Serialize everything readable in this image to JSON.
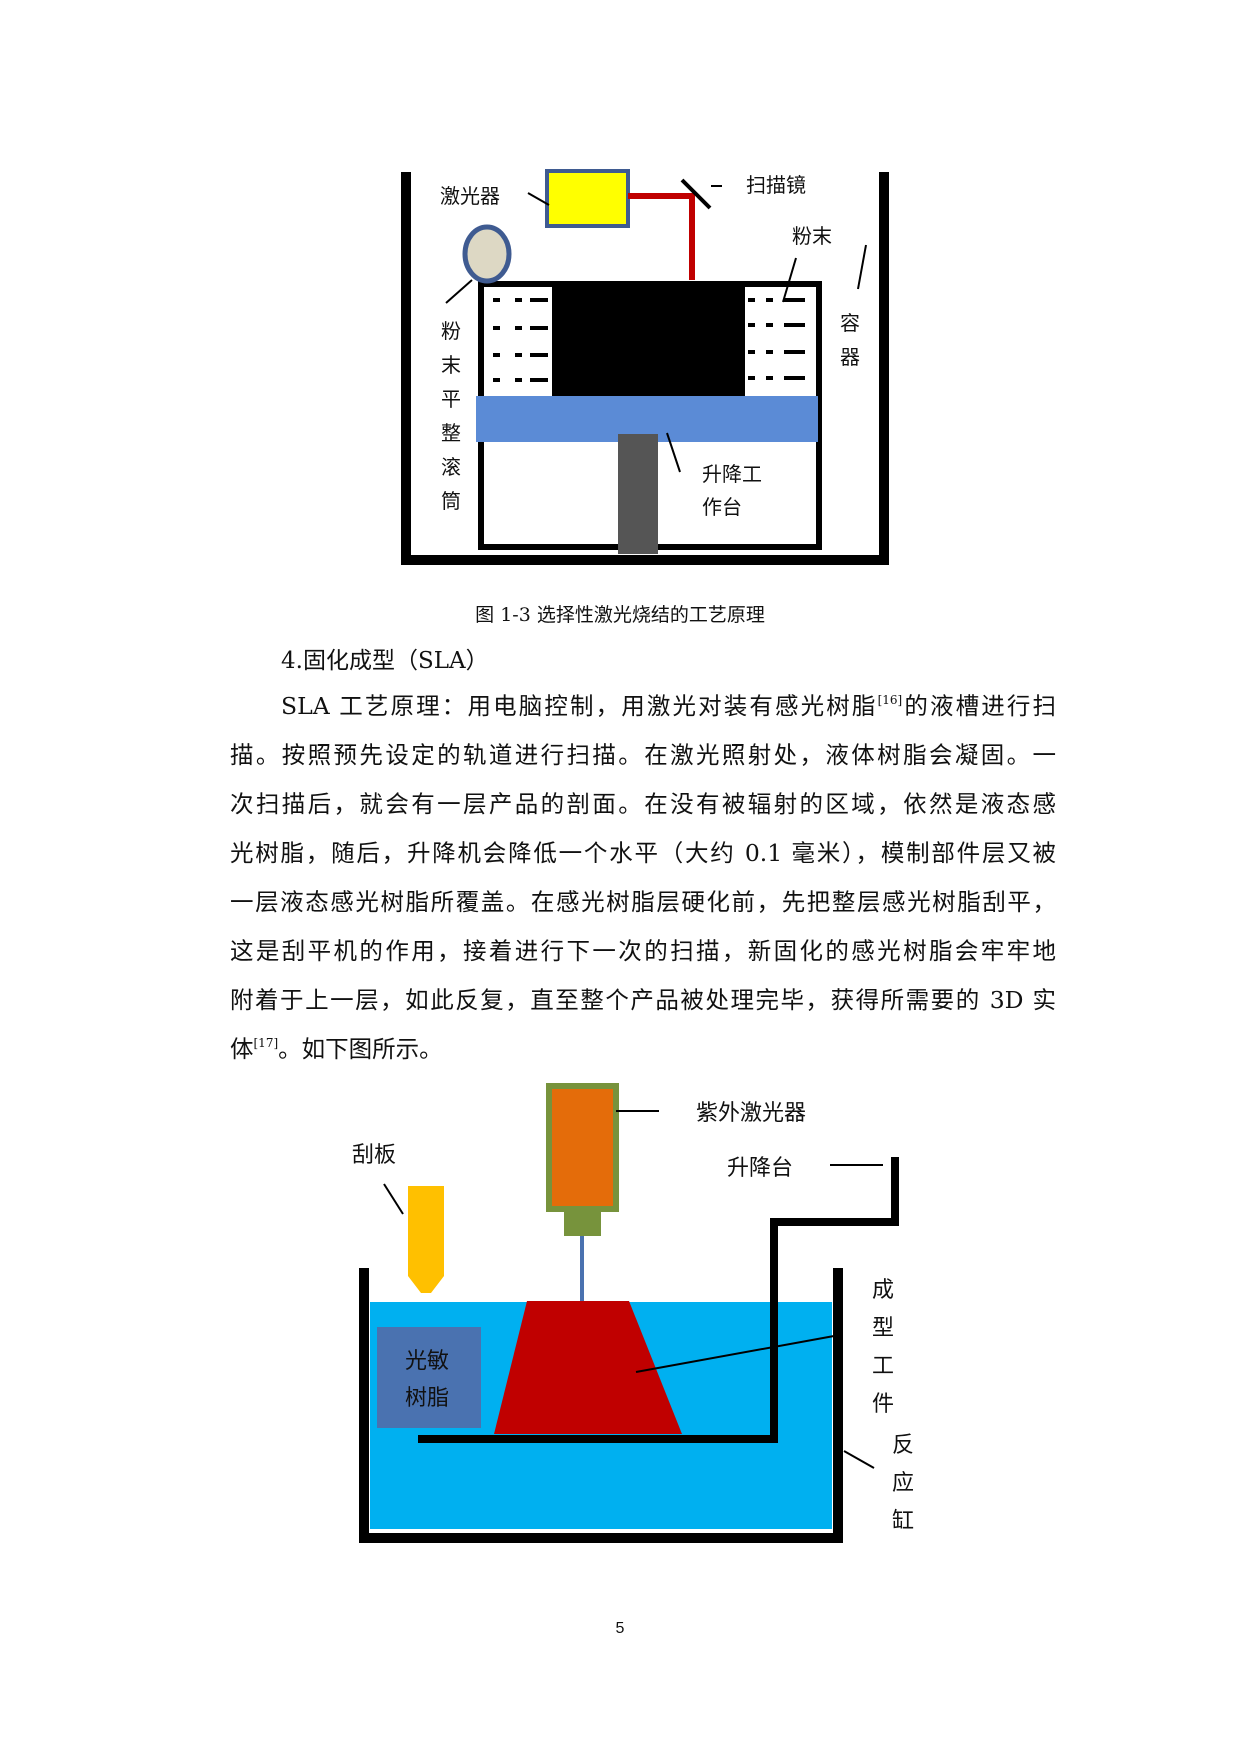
{
  "figure_sls": {
    "labels": {
      "laser": "激光器",
      "scan_mirror": "扫描镜",
      "powder": "粉末",
      "container_1": "容",
      "container_2": "器",
      "roller_chars": [
        "粉",
        "末",
        "平",
        "整",
        "滚",
        "筒"
      ],
      "platform_1": "升降工",
      "platform_2": "作台"
    },
    "caption": "图 1-3 选择性激光烧结的工艺原理"
  },
  "section": {
    "heading": "4.固化成型（SLA）",
    "lines": [
      {
        "pre": "SLA 工艺原理：用电脑控制，用激光对装有感光树脂",
        "ref": "[16]",
        "post": "的液槽进行扫"
      },
      {
        "pre": "描。按照预先设定的轨道进行扫描。在激光照射处，液体树脂会凝固。一",
        "ref": "",
        "post": ""
      },
      {
        "pre": "次扫描后，就会有一层产品的剖面。在没有被辐射的区域，依然是液态感",
        "ref": "",
        "post": ""
      },
      {
        "pre": "光树脂，随后，升降机会降低一个水平（大约 0.1 毫米），模制部件层又被",
        "ref": "",
        "post": ""
      },
      {
        "pre": "一层液态感光树脂所覆盖。在感光树脂层硬化前，先把整层感光树脂刮平，",
        "ref": "",
        "post": ""
      },
      {
        "pre": "这是刮平机的作用，接着进行下一次的扫描，新固化的感光树脂会牢牢地",
        "ref": "",
        "post": ""
      },
      {
        "pre": "附着于上一层，如此反复，直至整个产品被处理完毕，获得所需要的 3D 实",
        "ref": "",
        "post": ""
      },
      {
        "pre": "体",
        "ref": "[17]",
        "post": "。如下图所示。"
      }
    ]
  },
  "figure_sla": {
    "labels": {
      "uv_laser": "紫外激光器",
      "scraper": "刮板",
      "lift": "升降台",
      "resin_1": "光敏",
      "resin_2": "树脂",
      "part_chars": [
        "成",
        "型",
        "工",
        "件"
      ],
      "tank_chars": [
        "反",
        "应",
        "缸"
      ]
    }
  },
  "page_number": "5",
  "colors": {
    "laser_yellow": "#ffff00",
    "laser_border": "#3f5b91",
    "beam_red": "#c00000",
    "platform_blue": "#5b8bd6",
    "roller_fill": "#ddd8c4",
    "piston_gray": "#555555",
    "resin_cyan": "#00b0f0",
    "resin_box": "#4a72b0",
    "part_red": "#c00000",
    "scraper_yellow": "#ffc000",
    "uv_orange": "#e46c0a",
    "uv_border": "#77933c"
  }
}
